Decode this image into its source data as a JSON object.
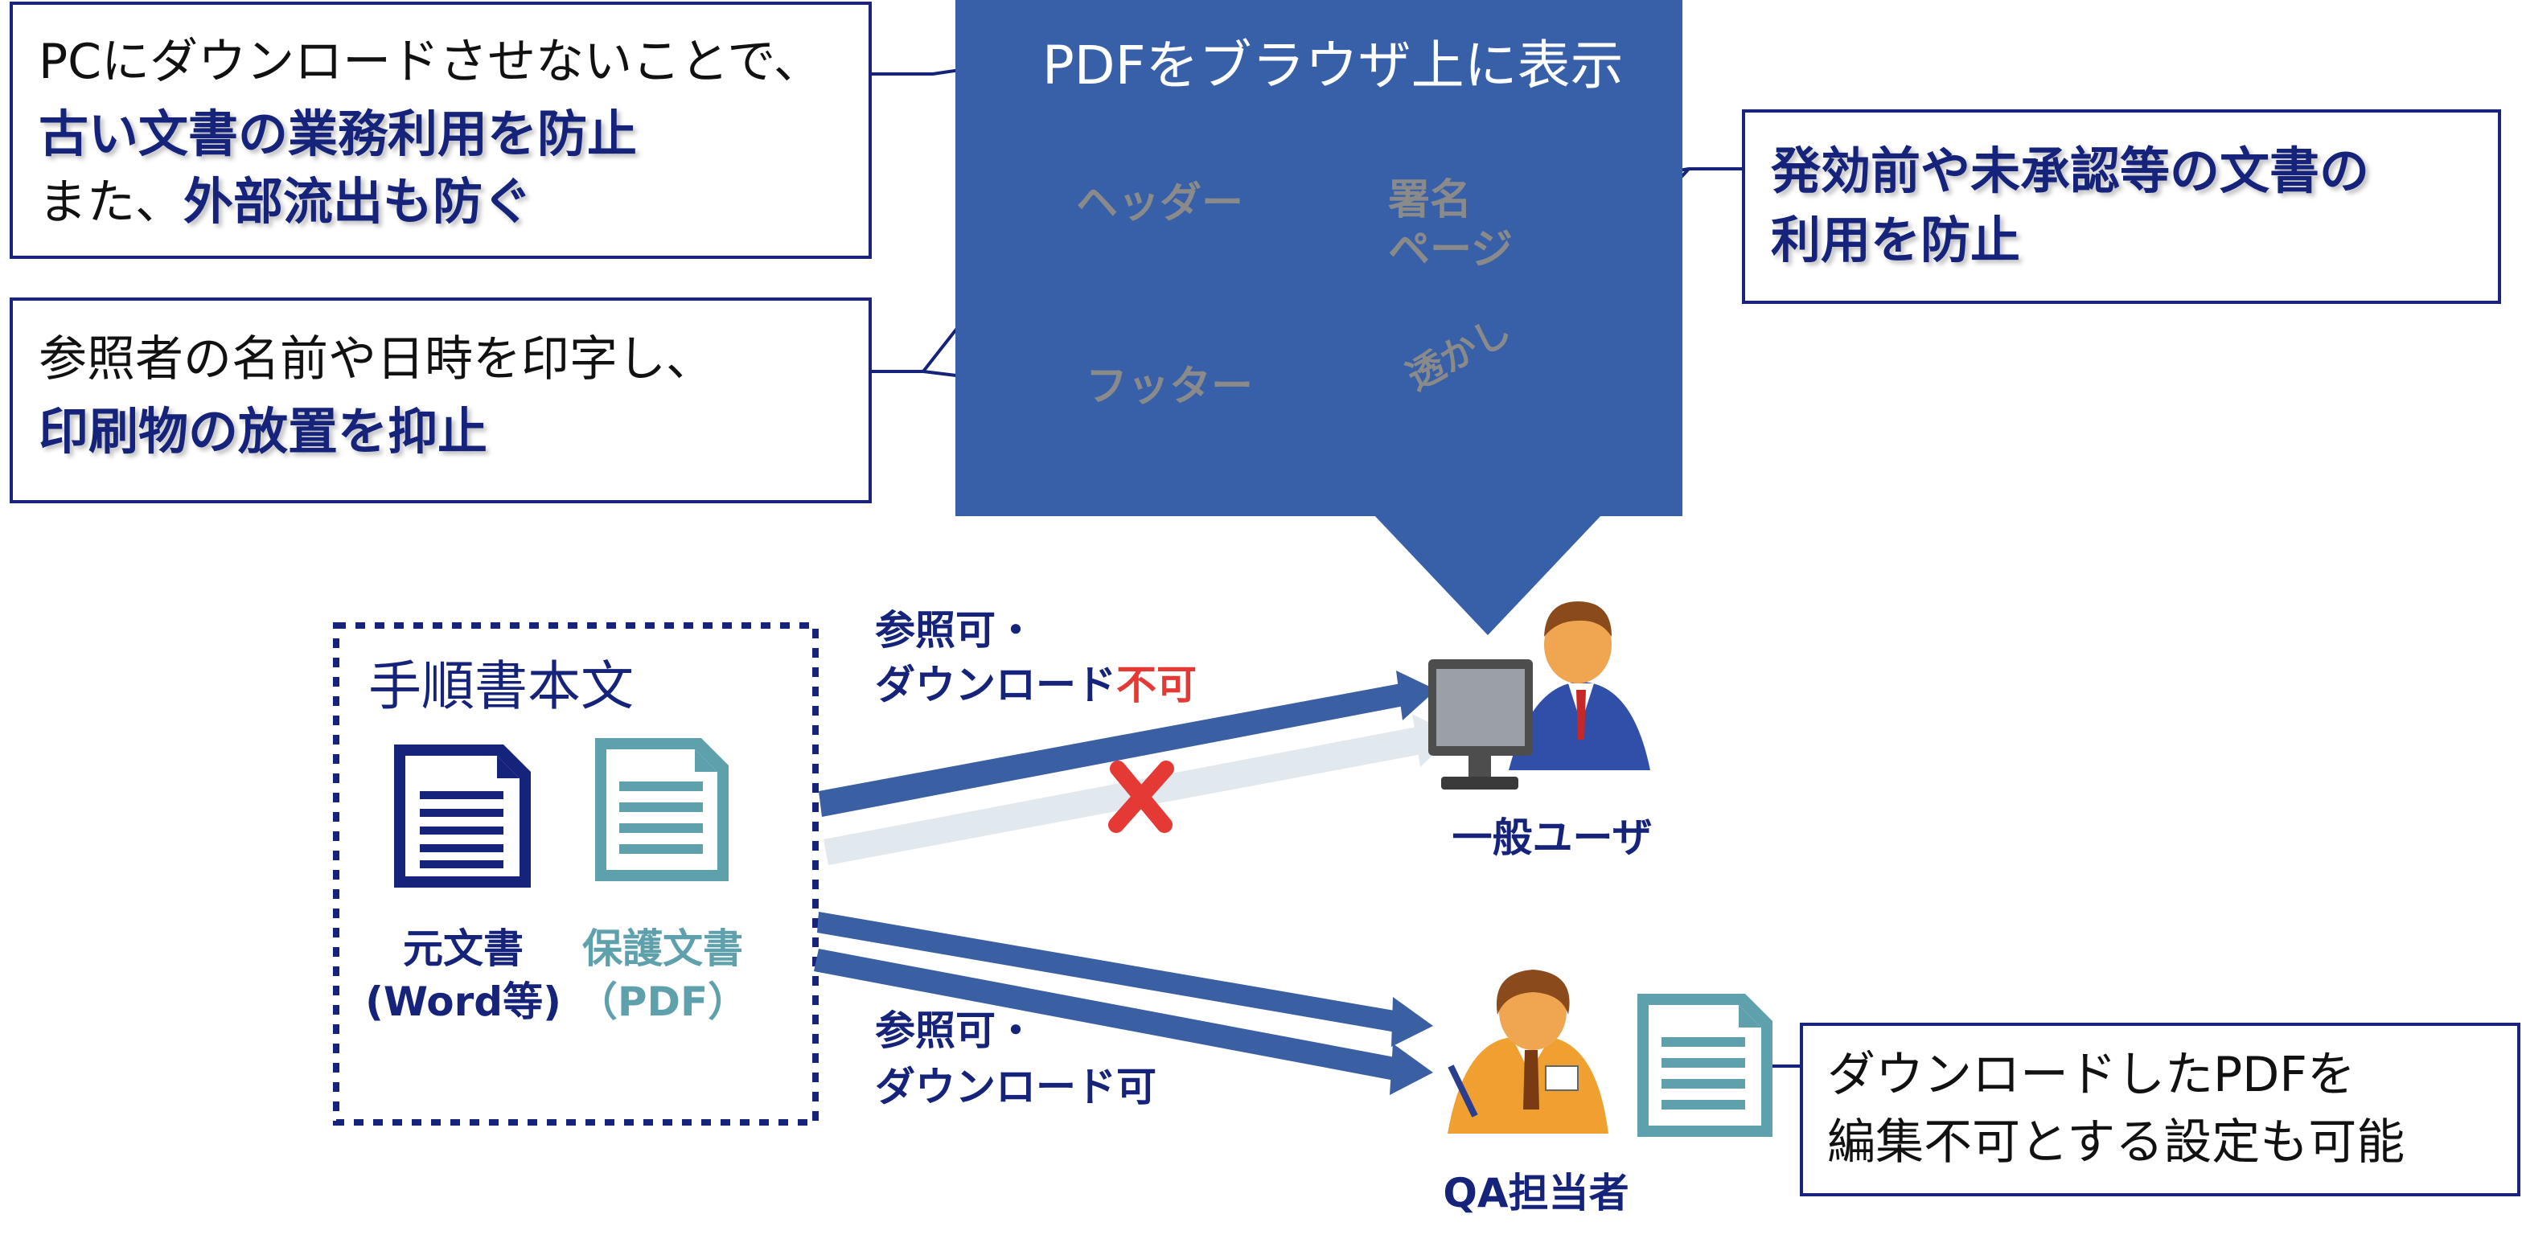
{
  "callout_download": {
    "line1": "PCにダウンロードさせないことで、",
    "line2": "古い文書の業務利用を防止",
    "line3_prefix": "また、",
    "line3_bold": "外部流出も防ぐ"
  },
  "callout_print": {
    "line1": "参照者の名前や日時を印字し、",
    "line2": "印刷物の放置を抑止"
  },
  "callout_watermark": {
    "line1": "発効前や未承認等の文書の",
    "line2": "利用を防止"
  },
  "panel": {
    "title": "PDFをブラウザ上に表示",
    "header_label": "ヘッダー",
    "footer_label": "フッター",
    "signature_line1": "署名",
    "signature_line2": "ページ",
    "watermark_label": "透かし"
  },
  "source_box": {
    "title": "手順書本文",
    "original_line1": "元文書",
    "original_line2": "(Word等)",
    "protected_line1": "保護文書",
    "protected_line2": "（PDF）"
  },
  "flow_user": {
    "line1": "参照可・",
    "line2_prefix": "ダウンロード",
    "line2_red": "不可"
  },
  "flow_qa": {
    "line1": "参照可・",
    "line2": "ダウンロード可"
  },
  "general_user_label": "一般ユーザ",
  "qa_user_label": "QA担当者",
  "callout_edit": {
    "line1": "ダウンロードしたPDFを",
    "line2": "編集不可とする設定も可能"
  },
  "colors": {
    "navy": "#16237a",
    "panel_blue": "#3760a9",
    "teal": "#5ea1ad",
    "arrow_blue": "#3a5fa3",
    "red": "#e53935"
  }
}
